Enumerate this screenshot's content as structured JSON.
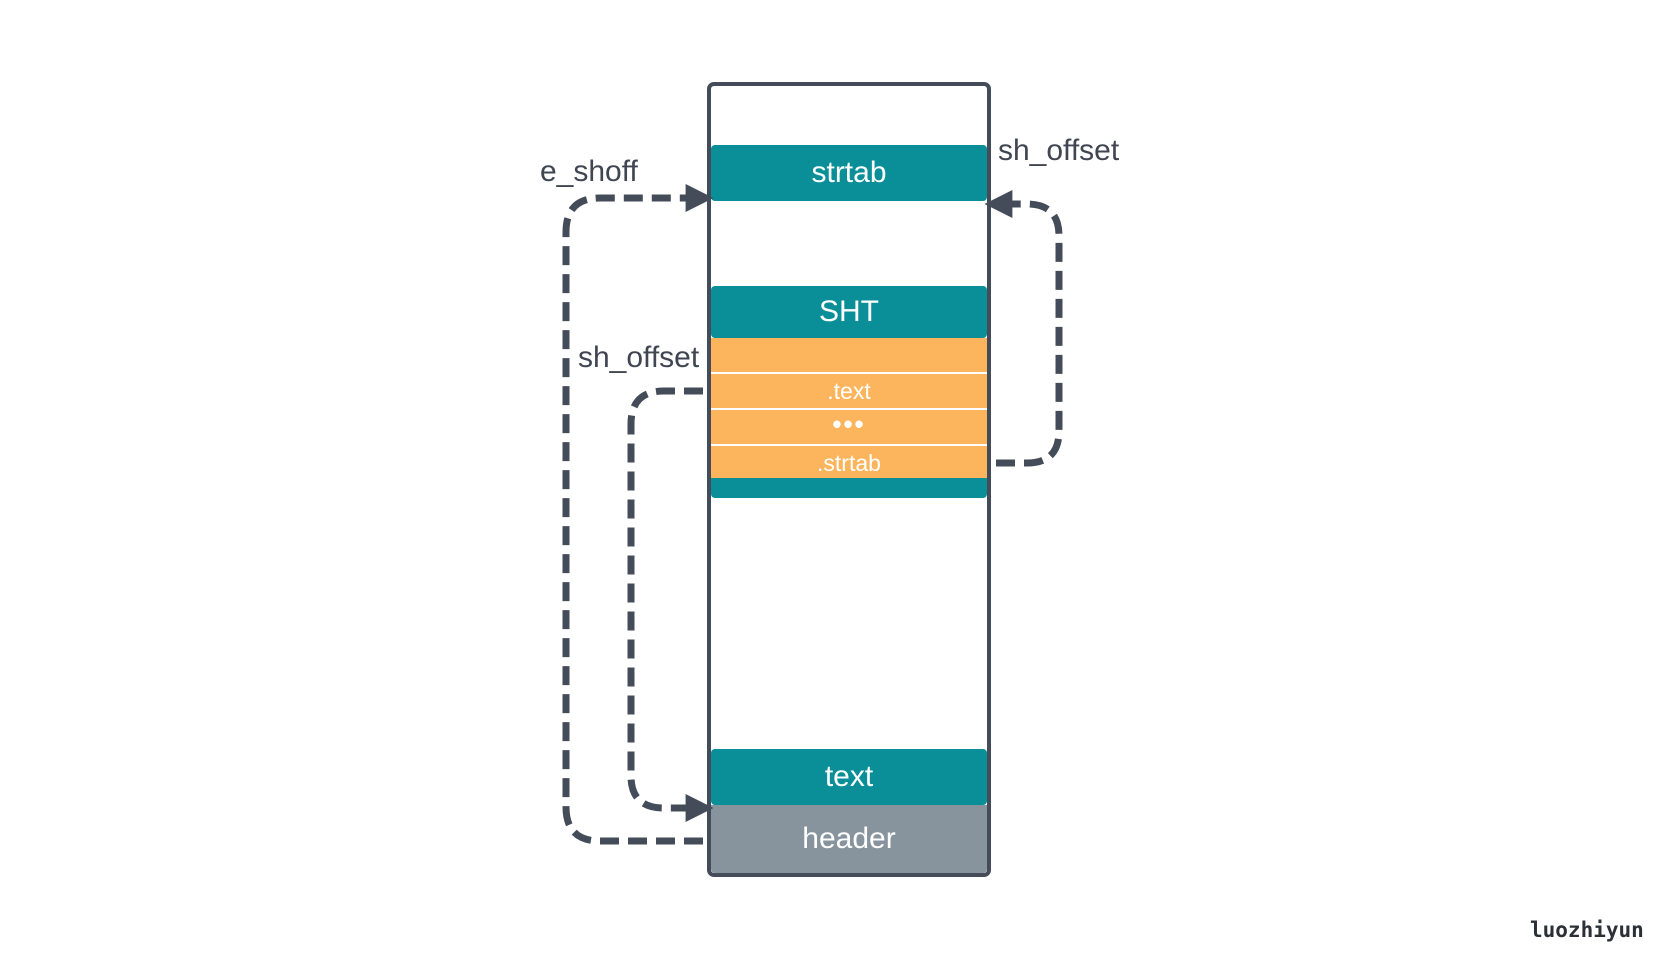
{
  "diagram": {
    "blocks": {
      "strtab": "strtab",
      "sht": "SHT",
      "text": "text",
      "header": "header"
    },
    "sht_entries": [
      "",
      ".text",
      "•••",
      ".strtab"
    ],
    "labels": {
      "e_shoff": "e_shoff",
      "sh_offset_right": "sh_offset",
      "sh_offset_left": "sh_offset"
    },
    "watermark": "luozhiyun"
  },
  "colors": {
    "teal": "#0a8f98",
    "orange": "#fcb55c",
    "gray": "#87939d",
    "line": "#454c59"
  }
}
